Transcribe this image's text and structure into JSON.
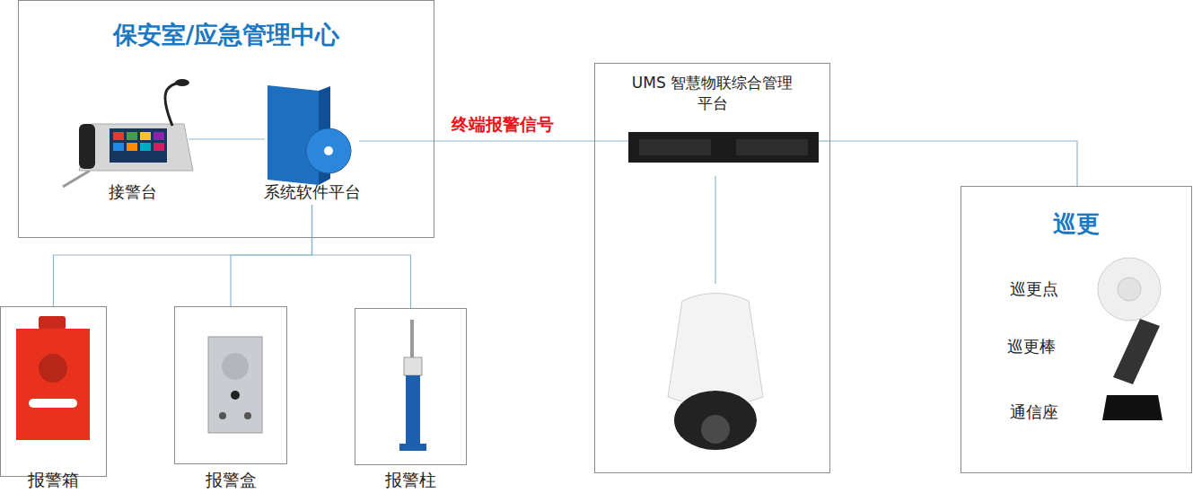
{
  "diagram": {
    "nodes": [
      {
        "text": [
          "保安室/应急管理中心"
        ]
      },
      {
        "text": [
          "接警台"
        ],
        "in": 0
      },
      {
        "text": [
          "系统软件平台"
        ],
        "in": 0
      },
      {
        "text": [
          "UMS 智慧物联综合管理平台"
        ]
      },
      {
        "text": [
          "巡更"
        ]
      },
      {
        "text": [
          "报警箱"
        ]
      },
      {
        "text": [
          "报警盒"
        ]
      },
      {
        "text": [
          "报警柱"
        ]
      }
    ],
    "edges": [
      {
        "from": 1,
        "to": 2,
        "arrow": "none"
      },
      {
        "from": 2,
        "to": 3,
        "label": "终端报警信号",
        "arrow": "none"
      },
      {
        "from": 3,
        "to": 4,
        "arrow": "none"
      },
      {
        "from": 2,
        "to": 5,
        "arrow": "none"
      },
      {
        "from": 2,
        "to": 6,
        "arrow": "none"
      },
      {
        "from": 2,
        "to": 7,
        "arrow": "none"
      }
    ],
    "labels": [
      "巡更点",
      "巡更棒",
      "通信座"
    ]
  }
}
